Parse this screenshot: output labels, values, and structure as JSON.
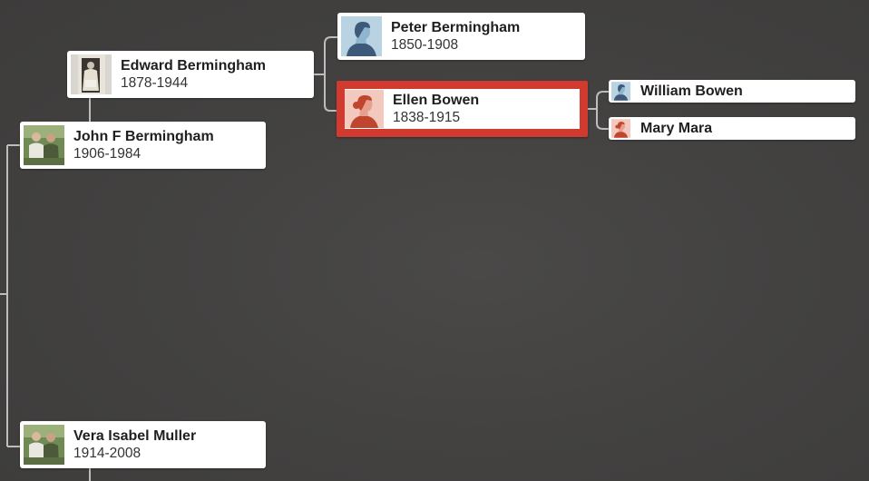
{
  "tree": {
    "people": [
      {
        "id": "edward",
        "name": "Edward Bermingham",
        "dates": "1878-1944",
        "photo": "sepia-portrait-photo"
      },
      {
        "id": "john",
        "name": "John F Bermingham",
        "dates": "1906-1984",
        "photo": "couple-photo"
      },
      {
        "id": "vera",
        "name": "Vera Isabel Muller",
        "dates": "1914-2008",
        "photo": "couple-photo"
      },
      {
        "id": "peter",
        "name": "Peter Bermingham",
        "dates": "1850-1908",
        "photo": "male-silhouette-icon"
      },
      {
        "id": "ellen",
        "name": "Ellen Bowen",
        "dates": "1838-1915",
        "photo": "female-silhouette-icon",
        "selected": true
      },
      {
        "id": "william",
        "name": "William Bowen",
        "dates": "",
        "photo": "male-silhouette-icon"
      },
      {
        "id": "mary",
        "name": "Mary Mara",
        "dates": "",
        "photo": "female-silhouette-icon"
      }
    ]
  },
  "colors": {
    "background": "#434241",
    "connector": "#bdbdbd",
    "selected_border": "#d03a2f",
    "male_icon_bg": "#b9d3e3",
    "male_icon_fg": "#3e5a7a",
    "female_icon_bg": "#f2c9bc",
    "female_icon_fg": "#c0452f"
  }
}
